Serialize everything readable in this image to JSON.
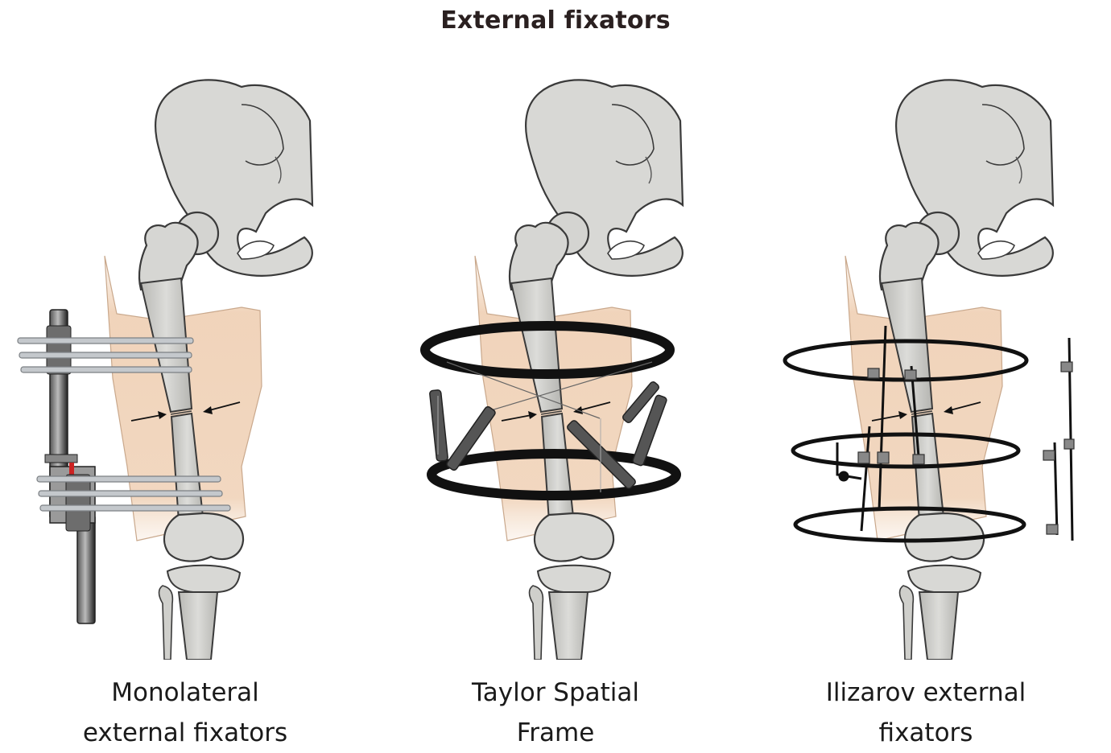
{
  "title": "External fixators",
  "colors": {
    "bone": "#d7d7d4",
    "bone_shade": "#bdbdb9",
    "bone_outline": "#3a3a3a",
    "skin": "#eecdb0",
    "fixator": "#111111",
    "pin": "#c4c8cc",
    "accent_red": "#cc2222"
  },
  "panels": [
    {
      "id": "monolateral",
      "caption_line1": "Monolateral",
      "caption_line2": "external fixators",
      "fixator_icon": "monolateral-fixator-icon"
    },
    {
      "id": "taylor",
      "caption_line1": "Taylor Spatial",
      "caption_line2": "Frame",
      "fixator_icon": "taylor-spatial-frame-icon"
    },
    {
      "id": "ilizarov",
      "caption_line1": "Ilizarov external",
      "caption_line2": "fixators",
      "fixator_icon": "ilizarov-frame-icon"
    }
  ]
}
